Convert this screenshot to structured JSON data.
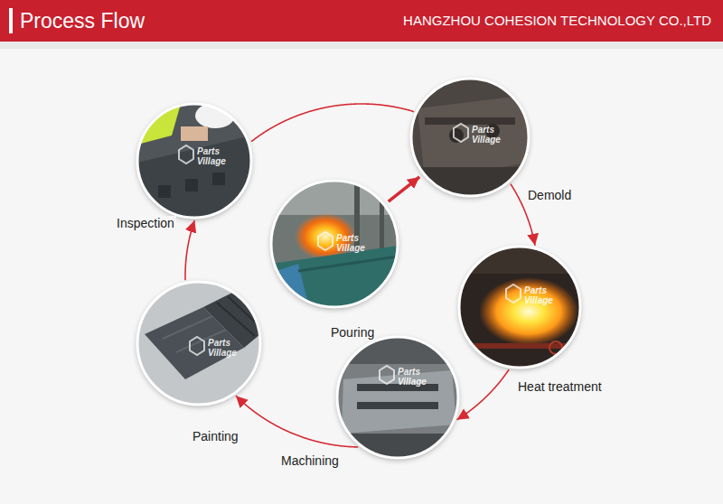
{
  "diagram": {
    "title": "Process Flow",
    "nodes": [
      {
        "text": [
          "Pouring"
        ]
      },
      {
        "text": [
          "Demold"
        ]
      },
      {
        "text": [
          "Heat treatment"
        ]
      },
      {
        "text": [
          "Machining"
        ]
      },
      {
        "text": [
          "Painting"
        ]
      },
      {
        "text": [
          "Inspection"
        ]
      }
    ],
    "edges": [
      {
        "from": 0,
        "to": 1,
        "arrow": "to"
      },
      {
        "from": 1,
        "to": 2,
        "arrow": "to"
      },
      {
        "from": 2,
        "to": 3,
        "arrow": "to"
      },
      {
        "from": 3,
        "to": 4,
        "arrow": "to"
      },
      {
        "from": 4,
        "to": 5,
        "arrow": "to"
      },
      {
        "from": 5,
        "to": 1,
        "arrow": "none"
      }
    ],
    "labels": [
      "HANGZHOU COHESION TECHNOLOGY CO.,LTD",
      "Parts Village",
      "Parts Village",
      "Parts Village",
      "Parts Village",
      "Parts Village",
      "Parts Village"
    ]
  }
}
